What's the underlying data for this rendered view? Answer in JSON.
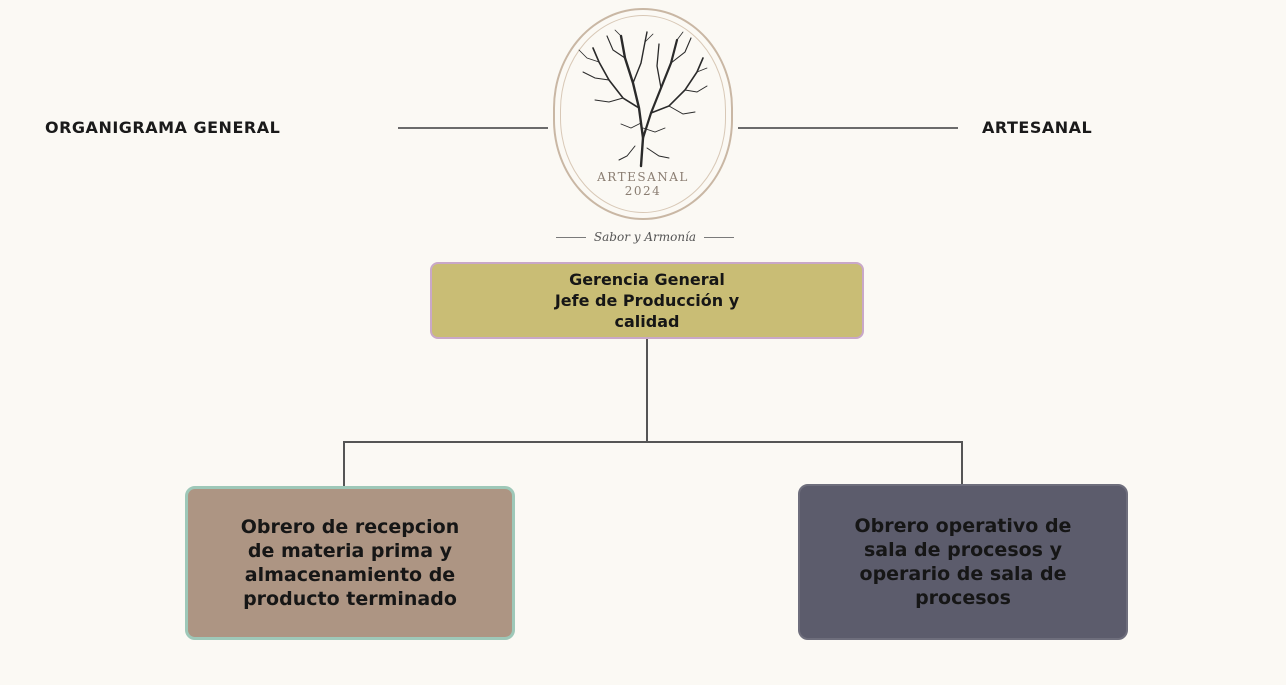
{
  "header": {
    "left_title": "ORGANIGRAMA GENERAL",
    "right_title": "ARTESANAL"
  },
  "logo": {
    "brand": "ARTESANAL",
    "year": "2024",
    "tagline": "Sabor y Armonía",
    "icon": "bare-tree-icon"
  },
  "org": {
    "top": "Gerencia General\nJefe de Producción y\ncalidad",
    "left": "Obrero de recepcion\nde materia prima y\nalmacenamiento de\nproducto terminado",
    "right": "Obrero operativo de\nsala de procesos y\noperario de sala de\nprocesos"
  },
  "colors": {
    "background": "#fbf9f4",
    "top_box": "#c9bd75",
    "left_box": "#ad9583",
    "right_box": "#5c5c6c",
    "left_box_border": "#9ec8b8",
    "top_box_border": "#c9a8c8"
  }
}
